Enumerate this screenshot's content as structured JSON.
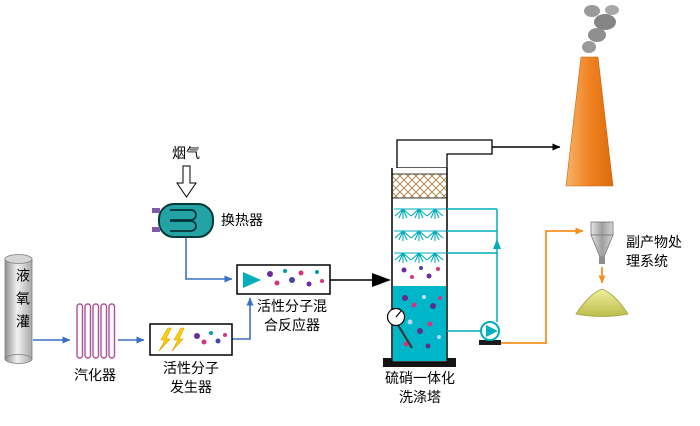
{
  "colors": {
    "pipe_blue": "#3a6fc4",
    "pipe_teal": "#00aebc",
    "pipe_orange": "#f79120",
    "chimney_orange": "#ef8322",
    "liquid_teal": "#00b6c9",
    "smoke_gray": "#8f8f8f",
    "lightning_yellow": "#ffd400",
    "pile_yellow": "#d9d95f",
    "molecule_purple": "#6a2d9e",
    "molecule_magenta": "#d63384"
  },
  "labels": {
    "oxygen_tank": "液氧灌",
    "vaporizer": "汽化器",
    "generator": "活性分子\n发生器",
    "flue_gas": "烟气",
    "heat_exchanger": "换热器",
    "reactor": "活性分子混\n合反应器",
    "tower": "硫硝一体化\n洗涤塔",
    "byproduct": "副产物处\n理系统"
  }
}
